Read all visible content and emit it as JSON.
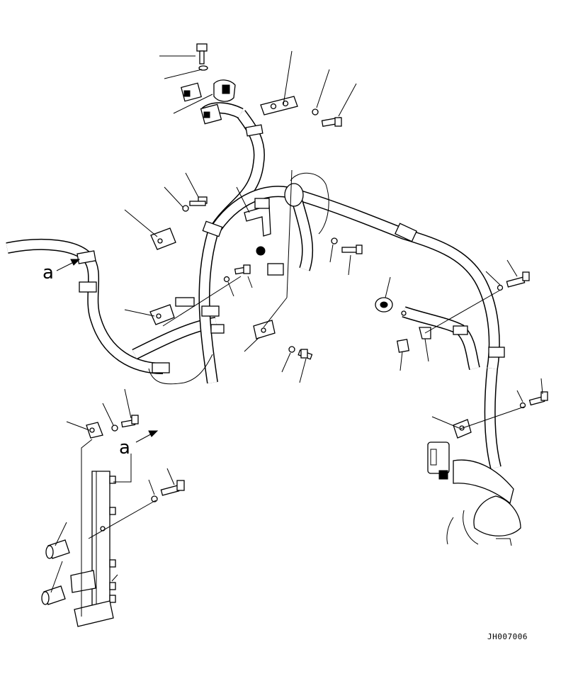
{
  "figure": {
    "view_labels": {
      "left": "a",
      "lower": "a"
    },
    "reference_code": "JH007006"
  }
}
